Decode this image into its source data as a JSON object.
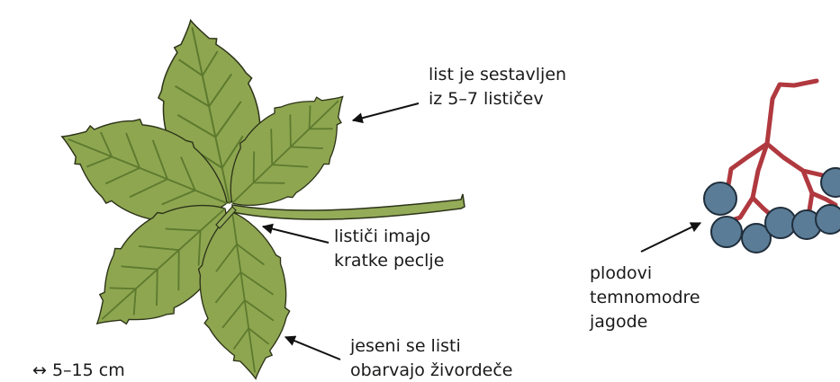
{
  "labels": {
    "compound_leaf": [
      "list je sestavljen",
      "iz 5–7 lističev"
    ],
    "petioles": [
      "lističi imajo",
      "kratke peclje"
    ],
    "autumn": [
      "jeseni se listi",
      "obarvajo živordeče"
    ],
    "fruits": [
      "plodovi",
      "temnomodre",
      "jagode"
    ],
    "scale": "↔ 5–15 cm"
  },
  "colors": {
    "leaf_fill": "#8ea650",
    "leaf_outline": "#2c3318",
    "leaf_vein": "#5d7a2e",
    "stem_fill": "#94ac58",
    "berry_fill": "#5b7c96",
    "berry_outline": "#1f2e3c",
    "fruit_stalk": "#b0393f",
    "arrow": "#111111",
    "text": "#1a1a1a"
  }
}
